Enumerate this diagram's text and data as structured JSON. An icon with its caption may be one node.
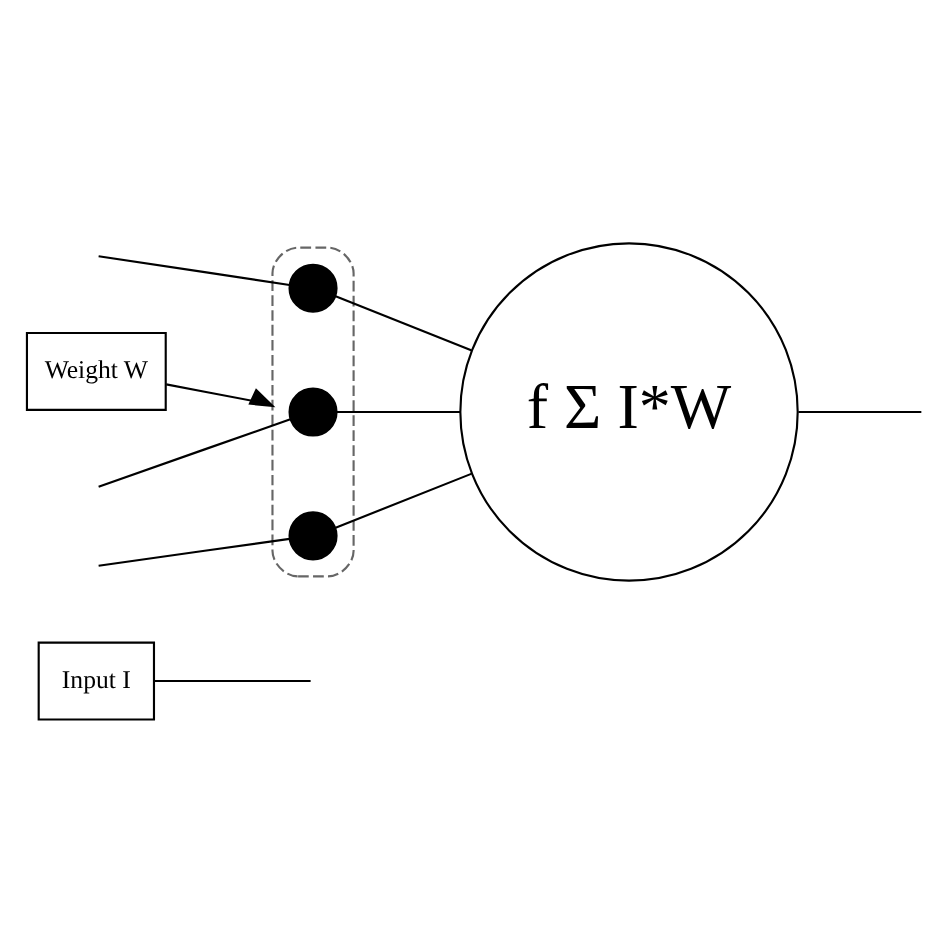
{
  "diagram": {
    "nodes": [
      {
        "text": [
          "Input I"
        ]
      },
      {
        "text": [
          "Weight W"
        ]
      },
      {
        "text": [],
        "shape": "box"
      },
      {
        "text": [],
        "shape": "circle",
        "in": 2
      },
      {
        "text": [],
        "shape": "circle",
        "in": 2
      },
      {
        "text": [],
        "shape": "circle",
        "in": 2
      },
      {
        "text": [
          "f Σ I*W"
        ]
      }
    ],
    "edges": [
      {
        "from": 0,
        "to": null,
        "arrow": "none"
      },
      {
        "from": 1,
        "to": 2,
        "arrow": "to"
      },
      {
        "from": null,
        "to": 3,
        "arrow": "none"
      },
      {
        "from": null,
        "to": 4,
        "arrow": "none"
      },
      {
        "from": null,
        "to": 5,
        "arrow": "none"
      },
      {
        "from": 3,
        "to": 6,
        "arrow": "none"
      },
      {
        "from": 4,
        "to": 6,
        "arrow": "none"
      },
      {
        "from": 5,
        "to": 6,
        "arrow": "none"
      },
      {
        "from": 6,
        "to": null,
        "arrow": "none"
      }
    ]
  }
}
